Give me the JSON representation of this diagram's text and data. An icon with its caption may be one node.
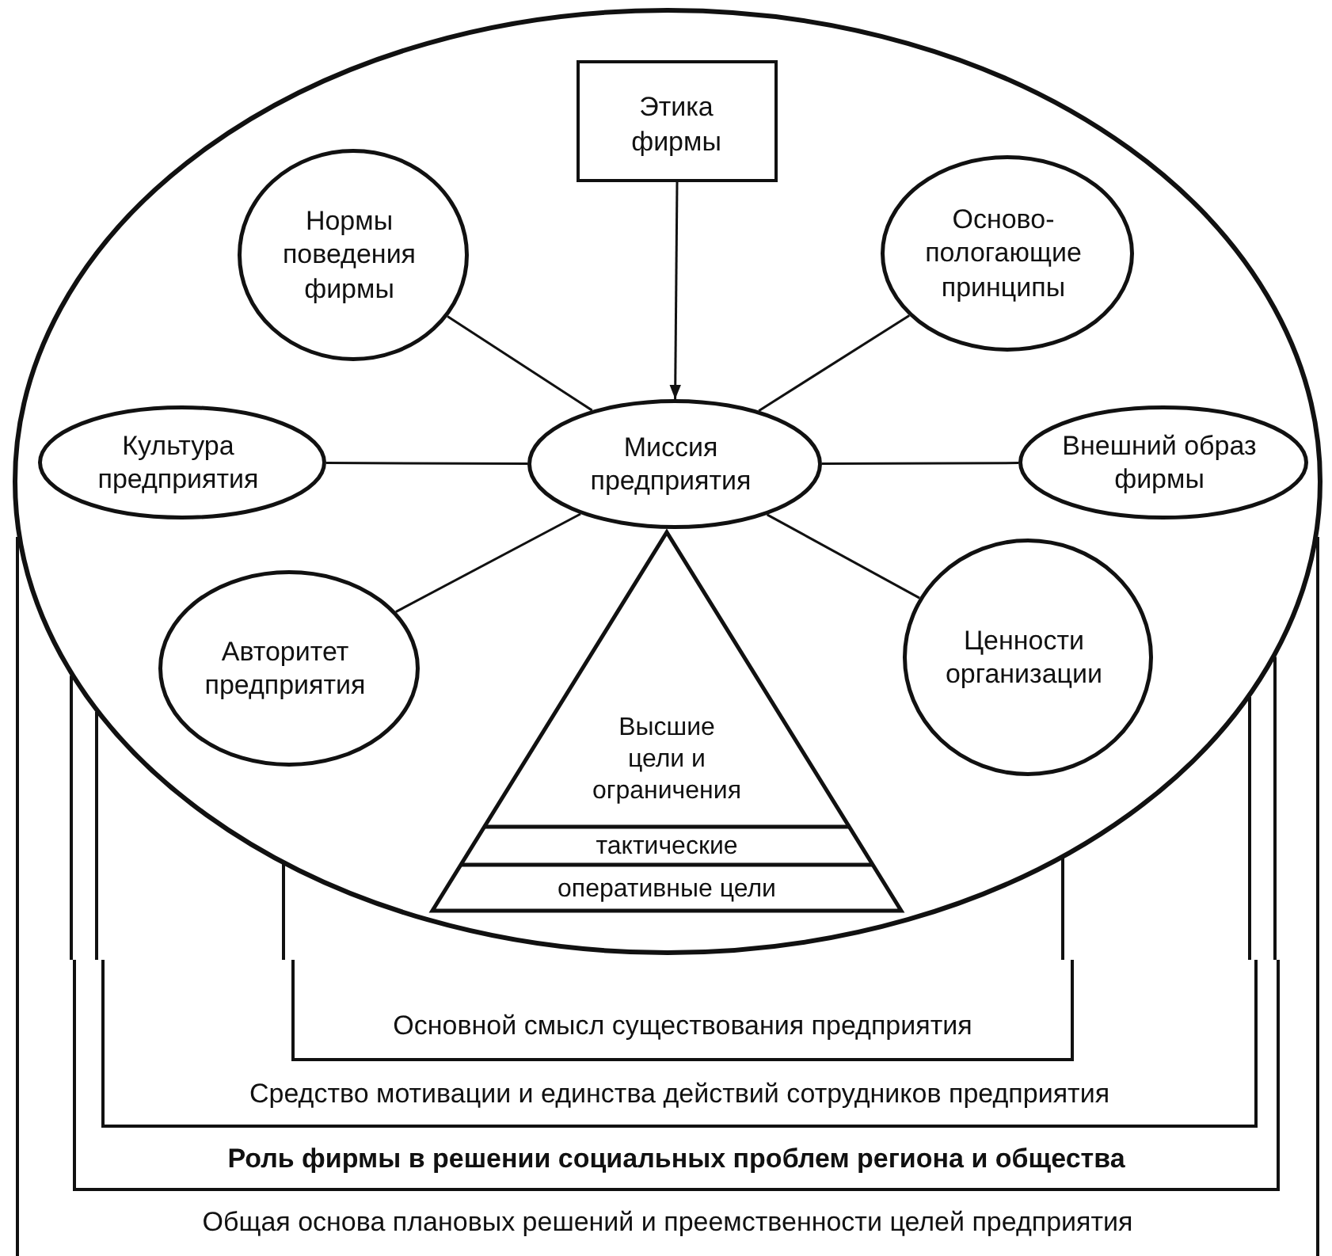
{
  "diagram": {
    "nodes": [
      {
        "text": [
          "Общая основа плановых решений и преемственности целей предприятия"
        ]
      },
      {
        "text": [
          "Роль фирмы в решении социальных проблем региона и общества"
        ],
        "in": 0
      },
      {
        "text": [
          "Средство мотивации и единства действий сотрудников предприятия"
        ],
        "in": 1
      },
      {
        "text": [
          "Основной смысл существования предприятия"
        ],
        "in": 2
      },
      {
        "text": [],
        "shape": "ellipse"
      },
      {
        "text": [
          "Этика фирмы"
        ],
        "in": 4
      },
      {
        "text": [
          "Нормы поведения фирмы"
        ],
        "in": 4
      },
      {
        "text": [
          "Осново- пологающие принципы"
        ],
        "in": 4
      },
      {
        "text": [
          "Культура предприятия"
        ],
        "in": 4
      },
      {
        "text": [
          "Миссия предприятия"
        ],
        "in": 4
      },
      {
        "text": [
          "Внешний образ фирмы"
        ],
        "in": 4
      },
      {
        "text": [
          "Авторитет предприятия"
        ],
        "in": 4
      },
      {
        "text": [
          "Ценности организации"
        ],
        "in": 4
      },
      {
        "text": [
          "Высшие цели и ограничения",
          "тактические",
          "оперативные цели"
        ],
        "in": 4
      }
    ],
    "edges": [
      {
        "from": 5,
        "to": 9,
        "arrow": "to"
      },
      {
        "from": 9,
        "to": 6,
        "arrow": "none"
      },
      {
        "from": 9,
        "to": 7,
        "arrow": "none"
      },
      {
        "from": 9,
        "to": 8,
        "arrow": "none"
      },
      {
        "from": 9,
        "to": 10,
        "arrow": "none"
      },
      {
        "from": 9,
        "to": 11,
        "arrow": "none"
      },
      {
        "from": 9,
        "to": 12,
        "arrow": "none"
      }
    ]
  }
}
